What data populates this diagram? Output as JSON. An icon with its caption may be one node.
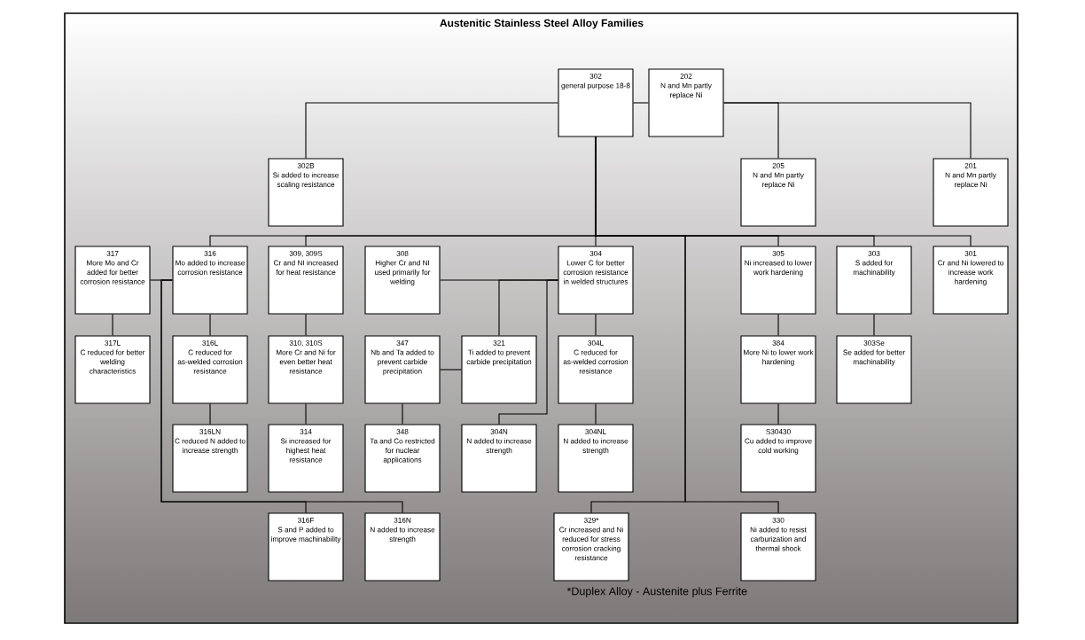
{
  "diagram": {
    "title": "Austenitic Stainless Steel Alloy Families",
    "nodes": [
      {
        "text": [
          "302",
          "general purpose 18-8"
        ]
      },
      {
        "text": [
          "202",
          "N and Mn partly replace Ni"
        ]
      },
      {
        "text": [
          "302B",
          "Si added to increase scaling resistance"
        ]
      },
      {
        "text": [
          "205",
          "N and Mn partly replace Ni"
        ]
      },
      {
        "text": [
          "201",
          "N and Mn partly replace Ni"
        ]
      },
      {
        "text": [
          "317",
          "More Mo and Cr added for better corrosion resistance"
        ]
      },
      {
        "text": [
          "316",
          "Mo added to increase corrosion resistance"
        ]
      },
      {
        "text": [
          "309, 309S",
          "Cr and NI increased for heat resistance"
        ]
      },
      {
        "text": [
          "308",
          "Higher Cr and NI used primarily for welding"
        ]
      },
      {
        "text": [
          "304",
          "Lower C for better corrosion resistance in welded structures"
        ]
      },
      {
        "text": [
          "305",
          "Ni increased to lower work hardening"
        ]
      },
      {
        "text": [
          "303",
          "S added for machinability"
        ]
      },
      {
        "text": [
          "301",
          "Cr and Ni lowered to increase work hardening"
        ]
      },
      {
        "text": [
          "317L",
          "C reduced for better welding characteristics"
        ]
      },
      {
        "text": [
          "316L",
          "C reduced for as-welded corrosion resistance"
        ]
      },
      {
        "text": [
          "310, 310S",
          "More Cr and Ni for even better heat resistance"
        ]
      },
      {
        "text": [
          "347",
          "Nb and Ta added to prevent carbide precipitation"
        ]
      },
      {
        "text": [
          "321",
          "Ti added to prevent carbide precipitation"
        ]
      },
      {
        "text": [
          "304L",
          "C reduced for as-welded corrosion resistance"
        ]
      },
      {
        "text": [
          "384",
          "More Ni to lower work hardening"
        ]
      },
      {
        "text": [
          "303Se",
          "Se added for better machinability"
        ]
      },
      {
        "text": [
          "316LN",
          "C reduced N added to increase strength"
        ]
      },
      {
        "text": [
          "314",
          "Si increased for highest heat resistance"
        ]
      },
      {
        "text": [
          "348",
          "Ta and Co restricted for nuclear applications"
        ]
      },
      {
        "text": [
          "304N",
          "N added to increase strength"
        ]
      },
      {
        "text": [
          "304NL",
          "N added to increase strength"
        ]
      },
      {
        "text": [
          "S30430",
          "Cu added to improve cold working"
        ]
      },
      {
        "text": [
          "316F",
          "S and P added to improve machinability"
        ]
      },
      {
        "text": [
          "316N",
          "N added to increase strength"
        ]
      },
      {
        "text": [
          "329*",
          "Cr increased and Ni reduced for stress corrosion cracking resistance"
        ]
      },
      {
        "text": [
          "330",
          "Ni added to resist carburization and thermal shock"
        ]
      }
    ],
    "edges": [
      {
        "from": 0,
        "to": 2,
        "arrow": "none"
      },
      {
        "from": 0,
        "to": 1,
        "arrow": "none"
      },
      {
        "from": 1,
        "to": 3,
        "arrow": "none"
      },
      {
        "from": 1,
        "to": 4,
        "arrow": "none"
      },
      {
        "from": 0,
        "to": 6,
        "arrow": "none"
      },
      {
        "from": 0,
        "to": 7,
        "arrow": "none"
      },
      {
        "from": 0,
        "to": 9,
        "arrow": "none"
      },
      {
        "from": 0,
        "to": 10,
        "arrow": "none"
      },
      {
        "from": 0,
        "to": 11,
        "arrow": "none"
      },
      {
        "from": 0,
        "to": 12,
        "arrow": "none"
      },
      {
        "from": 0,
        "to": 29,
        "arrow": "none"
      },
      {
        "from": 0,
        "to": 30,
        "arrow": "none"
      },
      {
        "from": 6,
        "to": 5,
        "arrow": "none"
      },
      {
        "from": 6,
        "to": 27,
        "arrow": "none"
      },
      {
        "from": 6,
        "to": 28,
        "arrow": "none"
      },
      {
        "from": 5,
        "to": 13,
        "arrow": "none"
      },
      {
        "from": 6,
        "to": 14,
        "arrow": "none"
      },
      {
        "from": 7,
        "to": 15,
        "arrow": "none"
      },
      {
        "from": 9,
        "to": 8,
        "arrow": "none"
      },
      {
        "from": 9,
        "to": 17,
        "arrow": "none"
      },
      {
        "from": 9,
        "to": 24,
        "arrow": "none"
      },
      {
        "from": 16,
        "to": 17,
        "arrow": "none"
      },
      {
        "from": 16,
        "to": 23,
        "arrow": "none"
      },
      {
        "from": 14,
        "to": 21,
        "arrow": "none"
      },
      {
        "from": 15,
        "to": 22,
        "arrow": "none"
      },
      {
        "from": 9,
        "to": 18,
        "arrow": "none"
      },
      {
        "from": 18,
        "to": 25,
        "arrow": "none"
      },
      {
        "from": 10,
        "to": 19,
        "arrow": "none"
      },
      {
        "from": 19,
        "to": 26,
        "arrow": "none"
      },
      {
        "from": 11,
        "to": 20,
        "arrow": "none"
      }
    ],
    "labels": [
      "*Duplex Alloy - Austenite plus Ferrite"
    ]
  }
}
